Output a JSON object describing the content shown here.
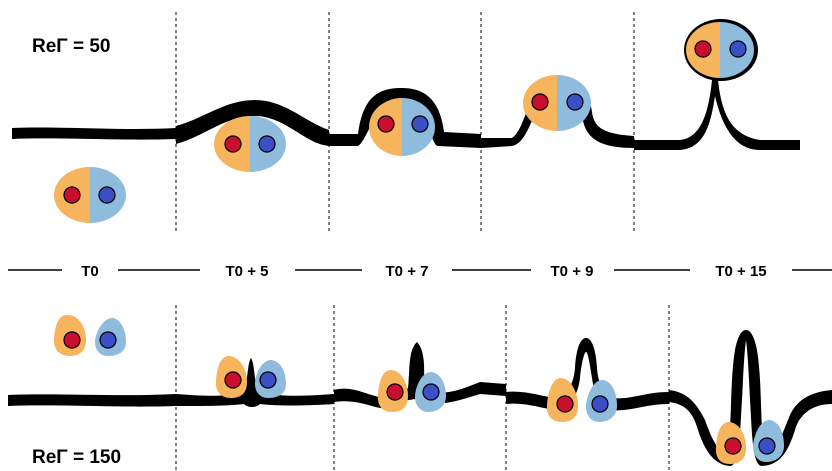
{
  "labels": {
    "re_top": "ReΓ = 50",
    "re_bottom": "ReΓ = 150"
  },
  "timeline": [
    "T0",
    "T0 + 5",
    "T0 + 7",
    "T0 + 9",
    "T0 + 15"
  ],
  "colors": {
    "orange": "#F6B45C",
    "blue": "#8FBCDD",
    "red_core": "#C8102E",
    "blue_core": "#3A4FC4",
    "ink": "#000000"
  }
}
